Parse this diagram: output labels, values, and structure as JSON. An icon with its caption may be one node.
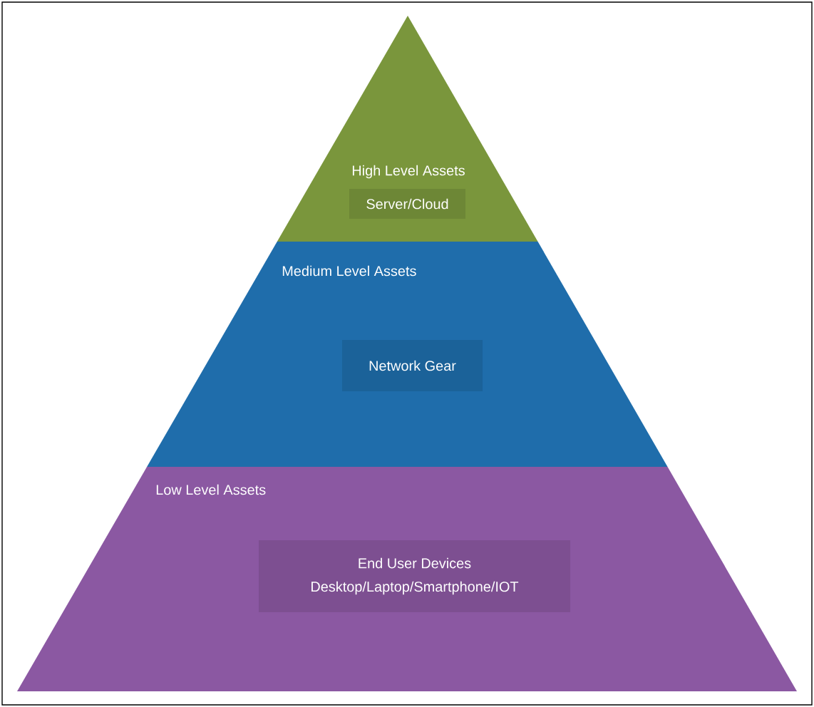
{
  "diagram": {
    "nodes": [
      {
        "text": [
          "High Level Assets"
        ]
      },
      {
        "text": [
          "Server/Cloud"
        ],
        "in": 0
      },
      {
        "text": [
          "Medium Level Assets"
        ]
      },
      {
        "text": [
          "Network Gear"
        ],
        "in": 2
      },
      {
        "text": [
          "Low Level Assets"
        ]
      },
      {
        "text": [
          "End User Devices",
          "Desktop/Laptop/Smartphone/IOT"
        ],
        "in": 4
      }
    ]
  }
}
